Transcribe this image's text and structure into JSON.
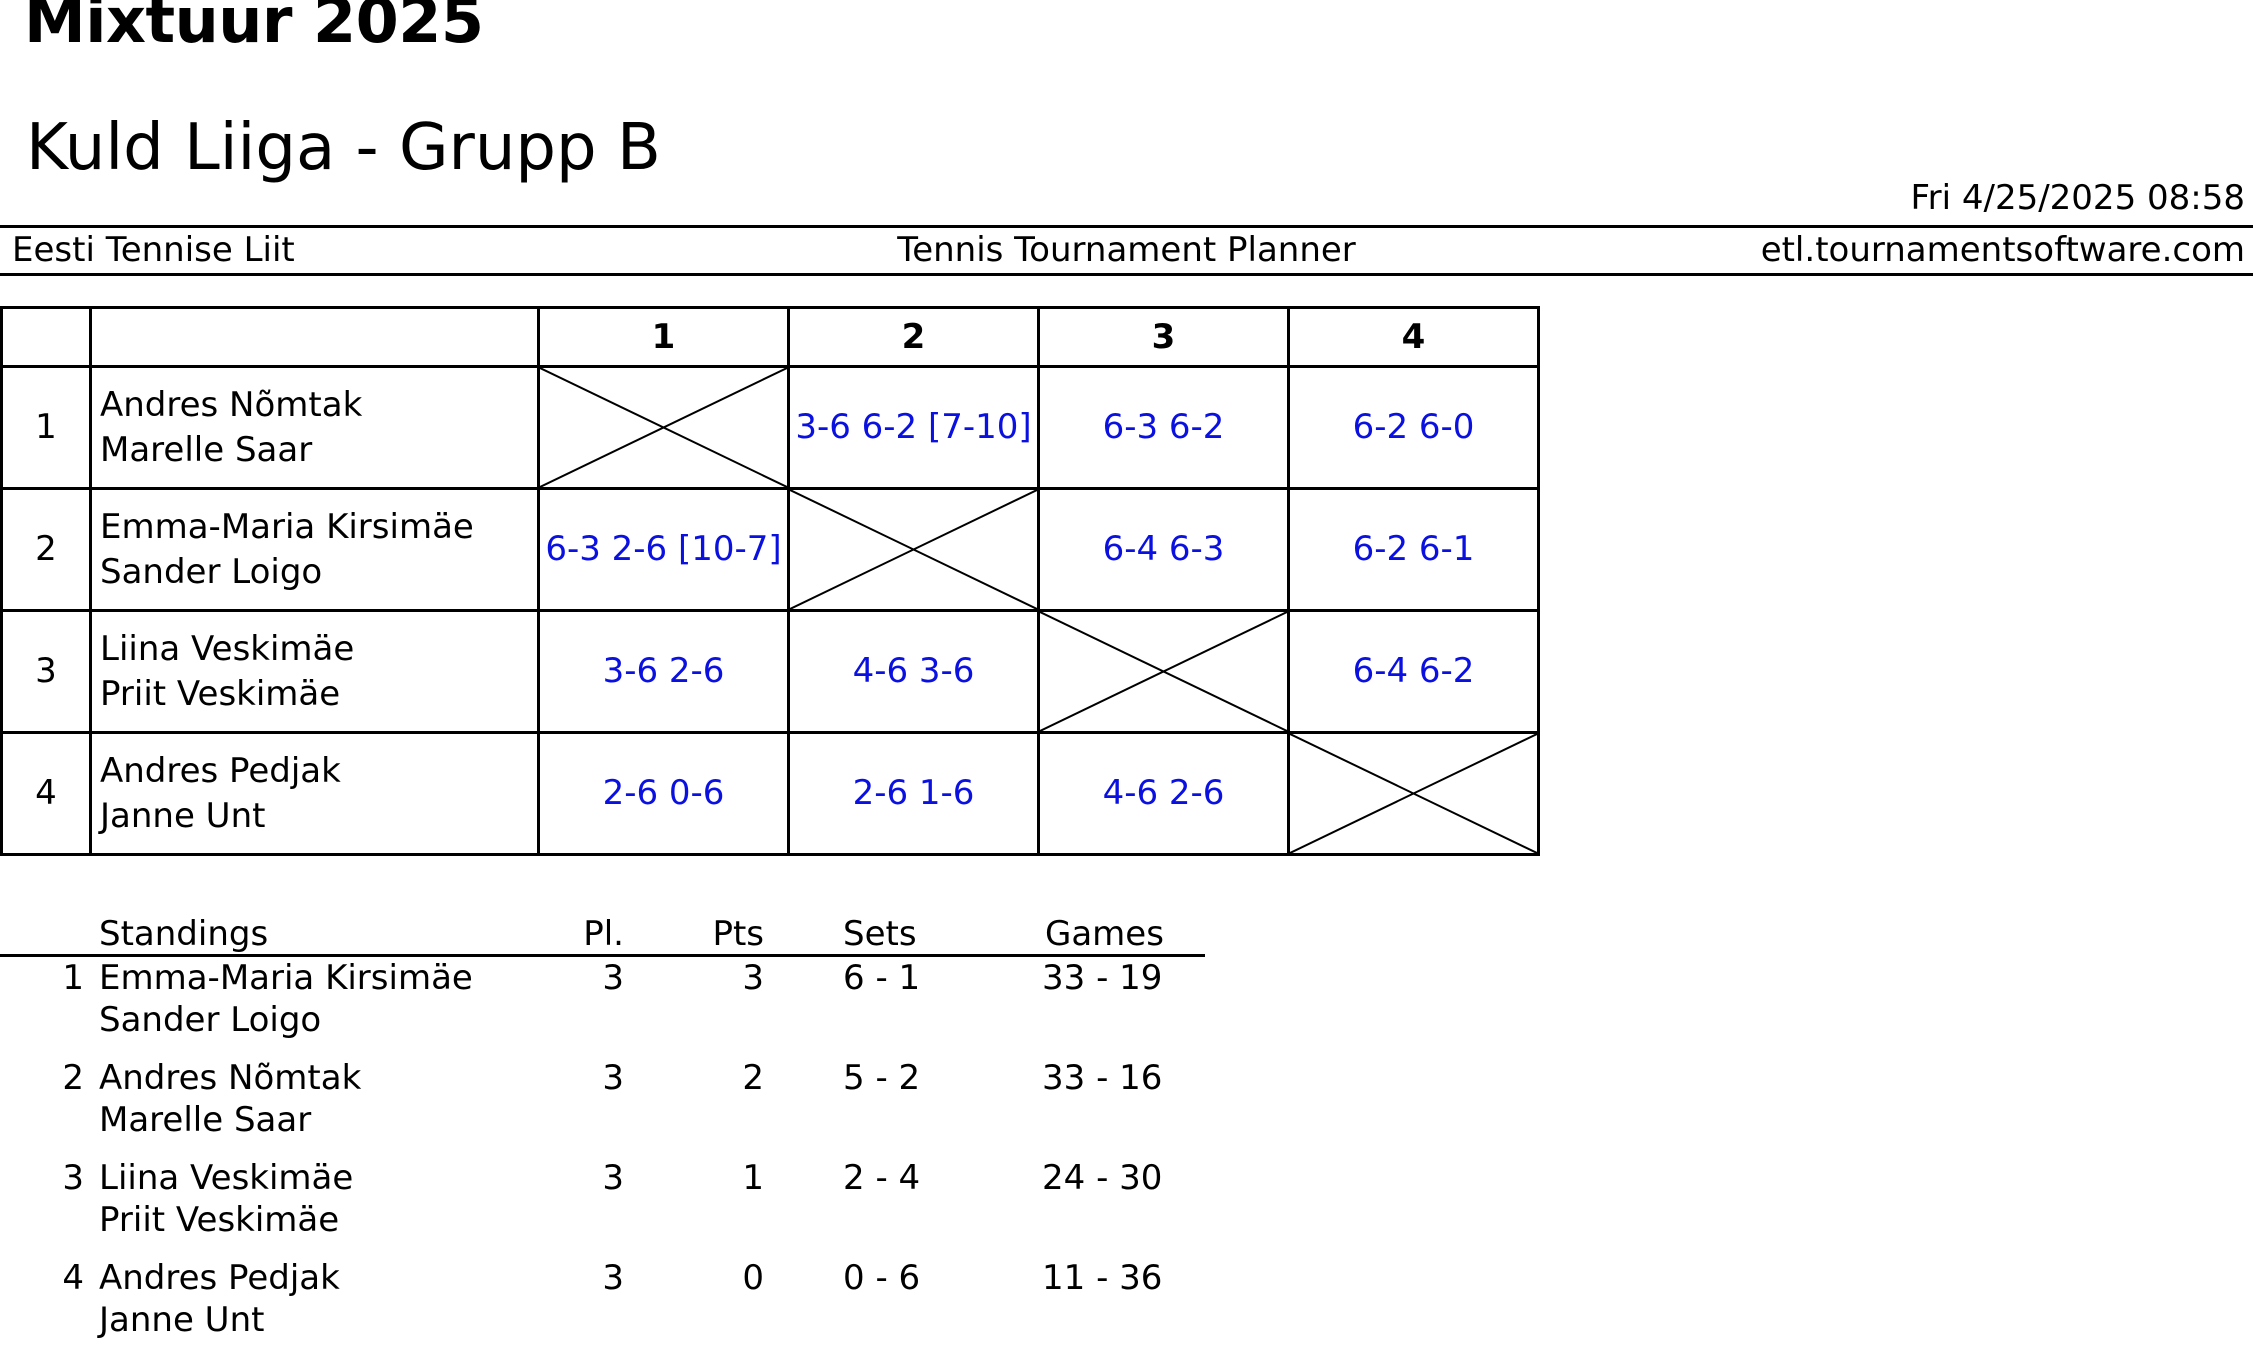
{
  "header": {
    "title": "Mixtuur 2025",
    "subtitle": "Kuld Liiga - Grupp B",
    "datetime": "Fri 4/25/2025 08:58"
  },
  "footer": {
    "left": "Eesti Tennise Liit",
    "center": "Tennis Tournament Planner",
    "right": "etl.tournamentsoftware.com"
  },
  "matrix": {
    "columns": [
      "1",
      "2",
      "3",
      "4"
    ],
    "rows": [
      {
        "num": "1",
        "player1": "Andres Nõmtak",
        "player2": "Marelle Saar",
        "scores": [
          "",
          "3-6 6-2 [7-10]",
          "6-3 6-2",
          "6-2 6-0"
        ]
      },
      {
        "num": "2",
        "player1": "Emma-Maria Kirsimäe",
        "player2": "Sander Loigo",
        "scores": [
          "6-3 2-6 [10-7]",
          "",
          "6-4 6-3",
          "6-2 6-1"
        ]
      },
      {
        "num": "3",
        "player1": "Liina Veskimäe",
        "player2": "Priit Veskimäe",
        "scores": [
          "3-6 2-6",
          "4-6 3-6",
          "",
          "6-4 6-2"
        ]
      },
      {
        "num": "4",
        "player1": "Andres Pedjak",
        "player2": "Janne Unt",
        "scores": [
          "2-6 0-6",
          "2-6 1-6",
          "4-6 2-6",
          ""
        ]
      }
    ],
    "score_color": "#0a10e0"
  },
  "standings": {
    "headers": {
      "name": "Standings",
      "pl": "Pl.",
      "pts": "Pts",
      "sets": "Sets",
      "games": "Games"
    },
    "rows": [
      {
        "rank": "1",
        "player1": "Emma-Maria Kirsimäe",
        "player2": "Sander Loigo",
        "pl": "3",
        "pts": "3",
        "sets": "6 - 1",
        "games": "33 - 19"
      },
      {
        "rank": "2",
        "player1": "Andres Nõmtak",
        "player2": "Marelle Saar",
        "pl": "3",
        "pts": "2",
        "sets": "5 - 2",
        "games": "33 - 16"
      },
      {
        "rank": "3",
        "player1": "Liina Veskimäe",
        "player2": "Priit Veskimäe",
        "pl": "3",
        "pts": "1",
        "sets": "2 - 4",
        "games": "24 - 30"
      },
      {
        "rank": "4",
        "player1": "Andres Pedjak",
        "player2": "Janne Unt",
        "pl": "3",
        "pts": "0",
        "sets": "0 - 6",
        "games": "11 - 36"
      }
    ]
  }
}
